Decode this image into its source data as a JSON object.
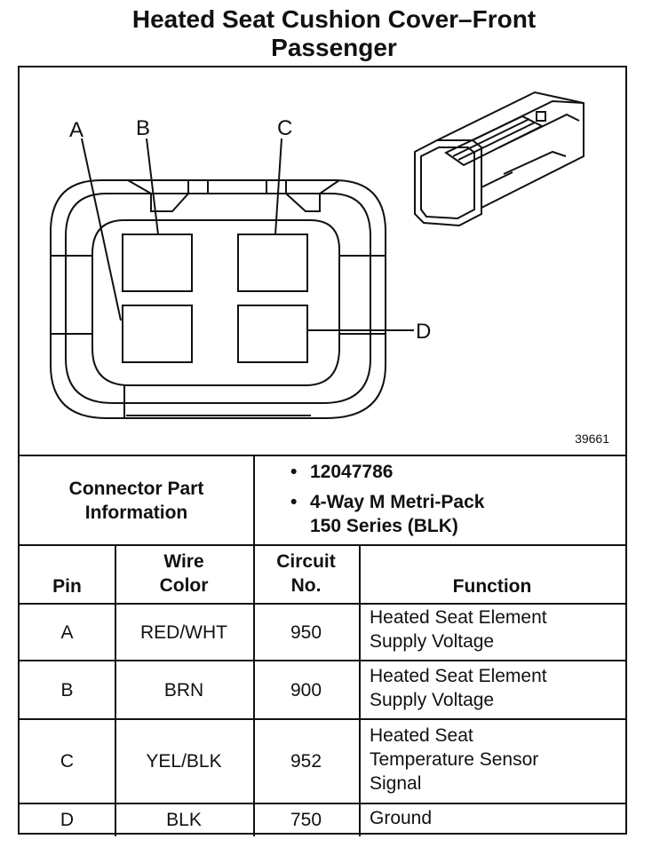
{
  "title": {
    "line1": "Heated Seat Cushion Cover–Front",
    "line2": "Passenger"
  },
  "diagram": {
    "pin_labels": [
      "A",
      "B",
      "C",
      "D"
    ],
    "figure_number": "39661"
  },
  "connector_info": {
    "label_line1": "Connector Part",
    "label_line2": "Information",
    "part_number": "12047786",
    "description_line1": "4-Way M Metri-Pack",
    "description_line2": "150 Series (BLK)"
  },
  "table": {
    "headers": {
      "pin": "Pin",
      "wire_color_line1": "Wire",
      "wire_color_line2": "Color",
      "circuit_line1": "Circuit",
      "circuit_line2": "No.",
      "function": "Function"
    },
    "rows": [
      {
        "pin": "A",
        "wire_color": "RED/WHT",
        "circuit": "950",
        "function_lines": [
          "Heated Seat Element",
          "Supply Voltage"
        ]
      },
      {
        "pin": "B",
        "wire_color": "BRN",
        "circuit": "900",
        "function_lines": [
          "Heated Seat Element",
          "Supply Voltage"
        ]
      },
      {
        "pin": "C",
        "wire_color": "YEL/BLK",
        "circuit": "952",
        "function_lines": [
          "Heated Seat",
          "Temperature Sensor",
          "Signal"
        ]
      },
      {
        "pin": "D",
        "wire_color": "BLK",
        "circuit": "750",
        "function_lines": [
          "Ground"
        ]
      }
    ]
  }
}
